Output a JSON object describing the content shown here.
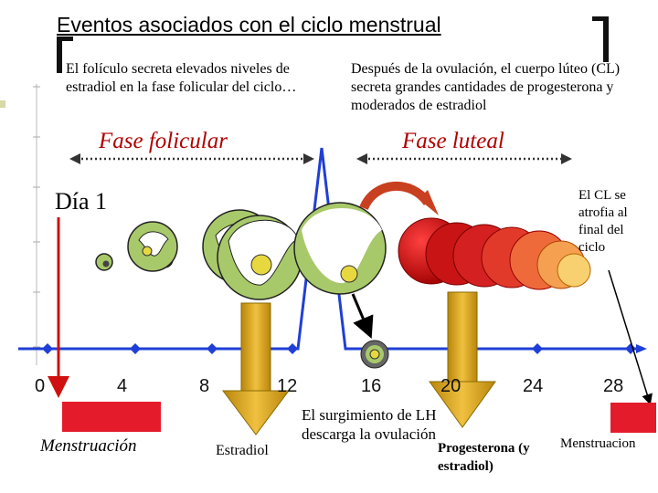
{
  "title": "Eventos asociados con el ciclo menstrual",
  "description_left": "El folículo secreta elevados niveles de estradiol en la fase folicular del ciclo…",
  "description_right": "Después de la ovulación, el cuerpo lúteo (CL) secreta grandes cantidades de progesterona y moderados de estradiol",
  "phase_follicular": "Fase folicular",
  "phase_luteal": "Fase luteal",
  "day_one": "Día 1",
  "cl_atrophy": "El CL se atrofia al final del ciclo",
  "x_ticks": [
    "0",
    "4",
    "8",
    "12",
    "16",
    "20",
    "24",
    "28"
  ],
  "labels": {
    "menstruation_left": "Menstruación",
    "estradiol": "Estradiol",
    "lh_surge": "El surgimiento de LH descarga la ovulación",
    "progesterone": "Progesterona (y estradiol)",
    "menstruation_right": "Menstruacion"
  },
  "colors": {
    "axis": "#1f3fd6",
    "lh_curve": "#1f3fd6",
    "arrow_down": "#d4a017",
    "menstruation_block": "#e41b2b",
    "follicle_fill": "#a8c96a",
    "corpus_luteum": "#c81414",
    "phase_text": "#b00000"
  }
}
